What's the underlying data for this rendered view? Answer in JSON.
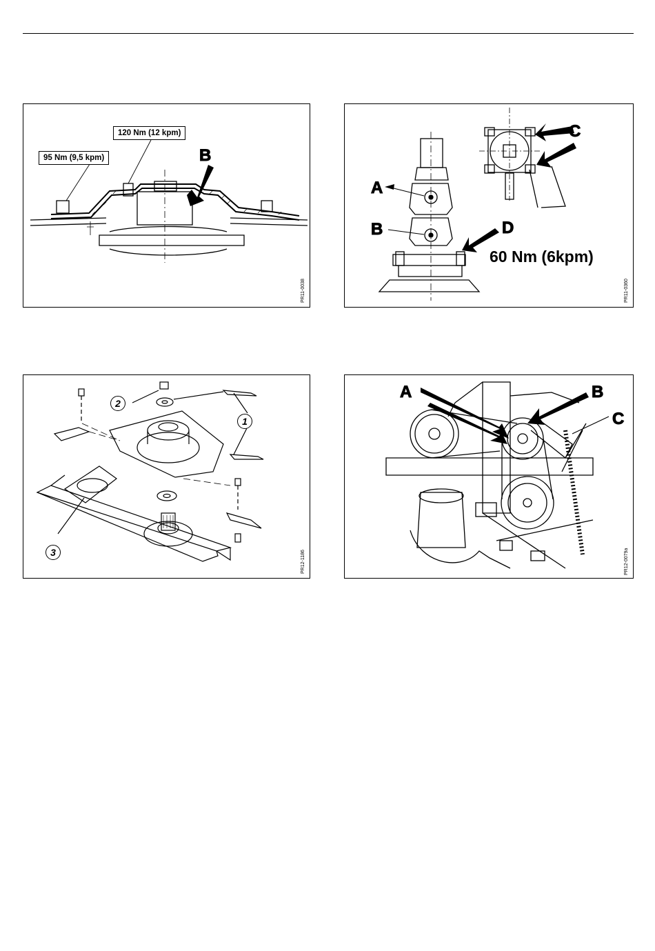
{
  "figures": [
    {
      "code": "PR11-0038",
      "labels": {
        "torque_left": "95 Nm (9,5 kpm)",
        "torque_right": "120 Nm (12 kpm)",
        "callout": "B"
      }
    },
    {
      "code": "PR11-0360",
      "labels": {
        "a": "A",
        "b": "B",
        "c": "C",
        "d": "D",
        "torque": "60 Nm (6kpm)"
      }
    },
    {
      "code": "PR12-1186",
      "labels": {
        "n1": "1",
        "n2": "2",
        "n3": "3"
      }
    },
    {
      "code": "PR12-0079a",
      "labels": {
        "a": "A",
        "b": "B",
        "c": "C"
      }
    }
  ]
}
